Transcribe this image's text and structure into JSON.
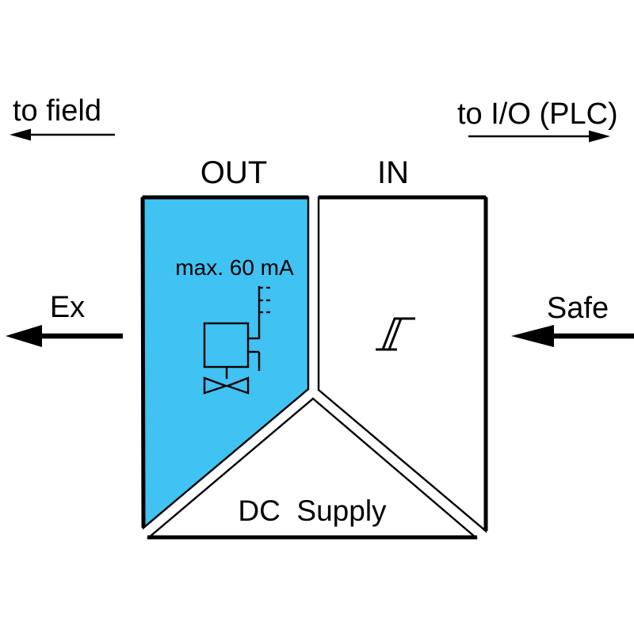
{
  "colors": {
    "background": "#ffffff",
    "line": "#000000",
    "ex_block_fill": "#40c2f2",
    "safe_block_fill": "#ffffff",
    "supply_block_fill": "#ffffff"
  },
  "annotations": {
    "to_field": {
      "label": "to field",
      "arrow_direction": "left"
    },
    "to_io": {
      "label": "to I/O (PLC)",
      "arrow_direction": "right"
    },
    "ex_side": {
      "label": "Ex",
      "arrow_direction": "left"
    },
    "safe_side": {
      "label": "Safe",
      "arrow_direction": "left"
    }
  },
  "blocks": {
    "out": {
      "label": "OUT",
      "note": "max. 60 mA",
      "symbol": "solenoid-valve-icon",
      "fill": "#40c2f2"
    },
    "in": {
      "label": "IN",
      "symbol": "hysteresis-switch-icon",
      "fill": "#ffffff"
    },
    "supply": {
      "label": "DC  Supply",
      "fill": "#ffffff"
    }
  }
}
